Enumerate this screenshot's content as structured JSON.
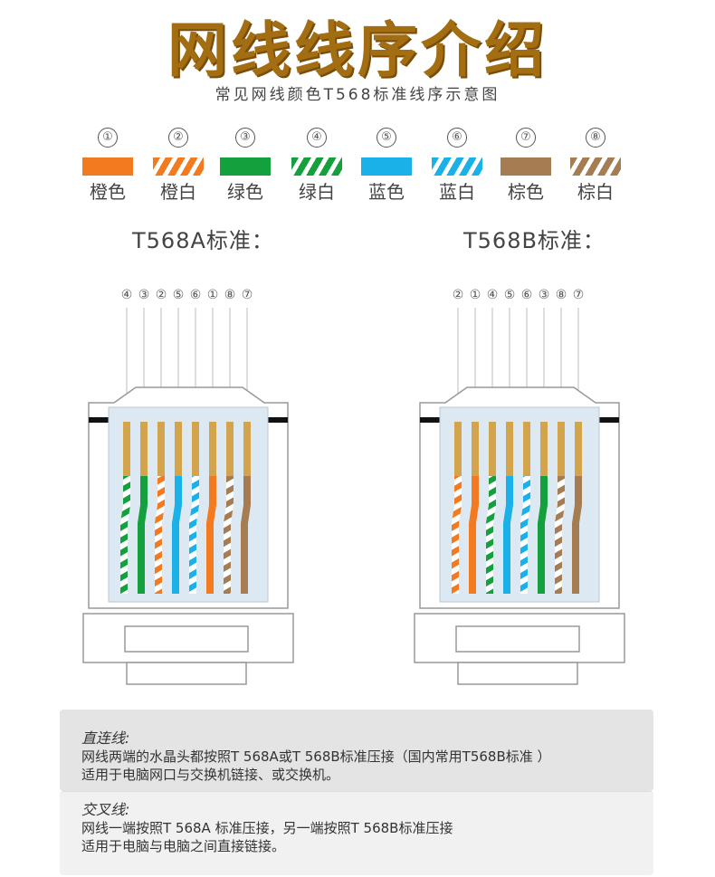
{
  "title": "网线线序介绍",
  "subtitle": "常见网线颜色T568标准线序示意图",
  "colors": {
    "orange": "#f47a20",
    "green": "#14a03c",
    "blue": "#1ab0e8",
    "brown": "#a67c52",
    "copper": "#d4a44c",
    "title": "#a36d12"
  },
  "legend": [
    {
      "num": "①",
      "name": "橙色",
      "color": "orange",
      "striped": false
    },
    {
      "num": "②",
      "name": "橙白",
      "color": "orange",
      "striped": true
    },
    {
      "num": "③",
      "name": "绿色",
      "color": "green",
      "striped": false
    },
    {
      "num": "④",
      "name": "绿白",
      "color": "green",
      "striped": true
    },
    {
      "num": "⑤",
      "name": "蓝色",
      "color": "blue",
      "striped": false
    },
    {
      "num": "⑥",
      "name": "蓝白",
      "color": "blue",
      "striped": true
    },
    {
      "num": "⑦",
      "name": "棕色",
      "color": "brown",
      "striped": false
    },
    {
      "num": "⑧",
      "name": "棕白",
      "color": "brown",
      "striped": true
    }
  ],
  "standards": [
    {
      "title": "T568A标准：",
      "order": [
        {
          "num": "④",
          "color": "green",
          "striped": true
        },
        {
          "num": "③",
          "color": "green",
          "striped": false
        },
        {
          "num": "②",
          "color": "orange",
          "striped": true
        },
        {
          "num": "⑤",
          "color": "blue",
          "striped": false
        },
        {
          "num": "⑥",
          "color": "blue",
          "striped": true
        },
        {
          "num": "①",
          "color": "orange",
          "striped": false
        },
        {
          "num": "⑧",
          "color": "brown",
          "striped": true
        },
        {
          "num": "⑦",
          "color": "brown",
          "striped": false
        }
      ]
    },
    {
      "title": "T568B标准：",
      "order": [
        {
          "num": "②",
          "color": "orange",
          "striped": true
        },
        {
          "num": "①",
          "color": "orange",
          "striped": false
        },
        {
          "num": "④",
          "color": "green",
          "striped": true
        },
        {
          "num": "⑤",
          "color": "blue",
          "striped": false
        },
        {
          "num": "⑥",
          "color": "blue",
          "striped": true
        },
        {
          "num": "③",
          "color": "green",
          "striped": false
        },
        {
          "num": "⑧",
          "color": "brown",
          "striped": true
        },
        {
          "num": "⑦",
          "color": "brown",
          "striped": false
        }
      ]
    }
  ],
  "notes": [
    {
      "heading": "直连线:",
      "lines": [
        "网线两端的水晶头都按照T 568A或T 568B标准压接（国内常用T568B标准 ）",
        "适用于电脑网口与交换机链接、或交换机。"
      ]
    },
    {
      "heading": "交叉线:",
      "lines": [
        "网线一端按照T 568A 标准压接，另一端按照T 568B标准压接",
        "适用于电脑与电脑之间直接链接。"
      ]
    }
  ]
}
